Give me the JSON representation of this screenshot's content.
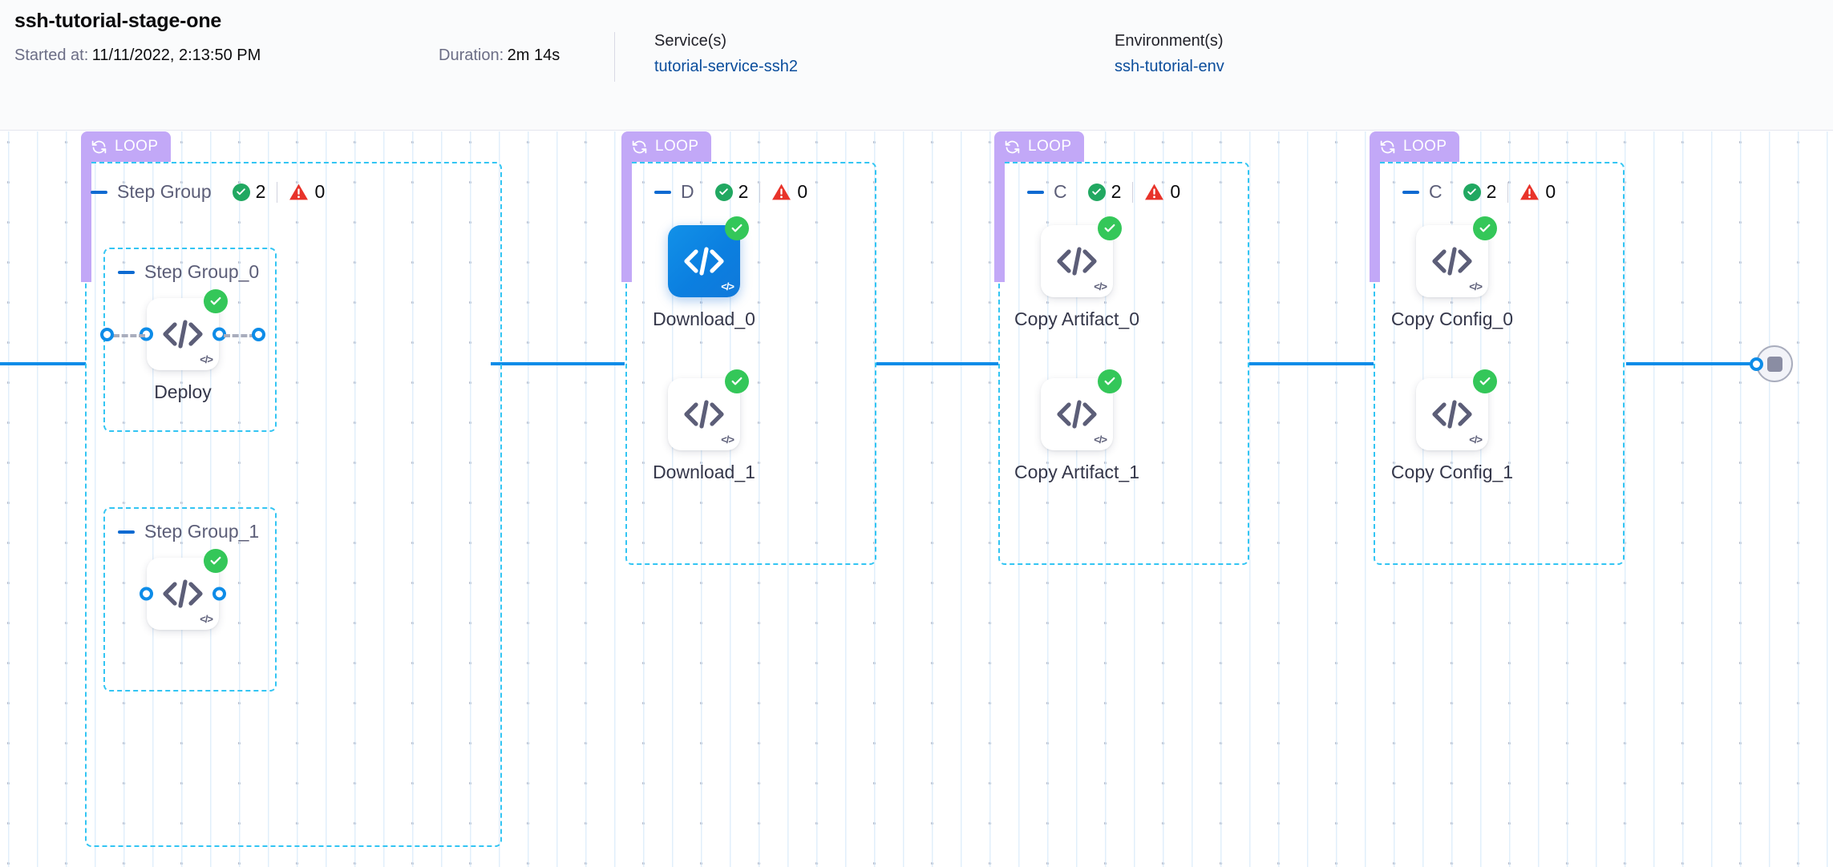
{
  "header": {
    "pipeline_title": "ssh-tutorial-stage-one",
    "started_label": "Started at:",
    "started_value": "11/11/2022, 2:13:50 PM",
    "duration_label": "Duration:",
    "duration_value": "2m 14s",
    "services_title": "Service(s)",
    "services_value": "tutorial-service-ssh2",
    "environments_title": "Environment(s)",
    "environments_value": "ssh-tutorial-env"
  },
  "icons": {
    "loop": "loop-refresh-icon",
    "check": "check-circle-icon",
    "warning": "warning-triangle-icon",
    "code": "code-brackets-icon",
    "stop": "stop-square-icon",
    "collapse": "collapse-minus-icon"
  },
  "colors": {
    "loop_badge": "#c2a8f7",
    "group_border": "#33c5f3",
    "edge": "#0d8ce8",
    "selected_node": "#0d8ce8",
    "success": "#21a861",
    "error": "#e03131",
    "link": "#0a4d9c"
  },
  "loop_groups": [
    {
      "badge": "LOOP",
      "title": "Step Group",
      "success_count": "2",
      "error_count": "0",
      "nested_groups": [
        {
          "title": "Step Group_0"
        },
        {
          "title": "Step Group_1"
        }
      ],
      "nodes": [
        {
          "label": "Deploy",
          "status": "success",
          "selected": false,
          "type": "shell-script-step"
        },
        {
          "label": "",
          "status": "success",
          "selected": false,
          "type": "shell-script-step"
        }
      ]
    },
    {
      "badge": "LOOP",
      "title": "D",
      "success_count": "2",
      "error_count": "0",
      "nested_groups": [],
      "nodes": [
        {
          "label": "Download_0",
          "status": "success",
          "selected": true,
          "type": "shell-script-step"
        },
        {
          "label": "Download_1",
          "status": "success",
          "selected": false,
          "type": "shell-script-step"
        }
      ]
    },
    {
      "badge": "LOOP",
      "title": "C",
      "success_count": "2",
      "error_count": "0",
      "nested_groups": [],
      "nodes": [
        {
          "label": "Copy Artifact_0",
          "status": "success",
          "selected": false,
          "type": "shell-script-step"
        },
        {
          "label": "Copy Artifact_1",
          "status": "success",
          "selected": false,
          "type": "shell-script-step"
        }
      ]
    },
    {
      "badge": "LOOP",
      "title": "C",
      "success_count": "2",
      "error_count": "0",
      "nested_groups": [],
      "nodes": [
        {
          "label": "Copy Config_0",
          "status": "success",
          "selected": false,
          "type": "shell-script-step"
        },
        {
          "label": "Copy Config_1",
          "status": "success",
          "selected": false,
          "type": "shell-script-step"
        }
      ]
    }
  ],
  "node_corner_glyph": "</>",
  "end_node": {
    "name": "stop-end-node"
  }
}
